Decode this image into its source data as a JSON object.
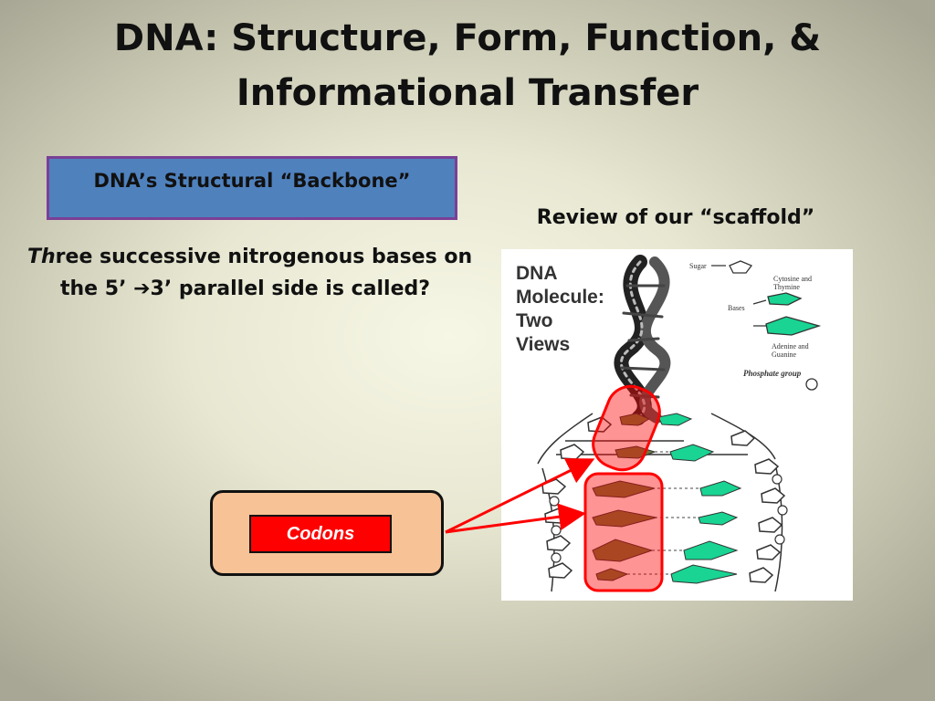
{
  "slide": {
    "title": "DNA: Structure, Form, Function, & Informational Transfer",
    "section_label": "DNA’s Structural “Backbone”",
    "figure_caption": "Review of our “scaffold”",
    "question": {
      "prefix": "Th",
      "text": "ree successive nitrogenous bases on the 5’ ",
      "arrow": "➔",
      "suffix": "3’ parallel side is called?"
    },
    "answer": "Codons"
  },
  "figure": {
    "title": "DNA\nMolecule:\nTwo\nViews",
    "legend": {
      "sugar": "Sugar",
      "cytosine_thymine": "Cytosine and Thymine",
      "bases": "Bases",
      "adenine_guanine": "Adenine and Guanine",
      "phosphate_group": "Phosphate group"
    }
  },
  "colors": {
    "accent_blue": "#4f81bd",
    "border_purple": "#7a3f96",
    "answer_panel": "#f7c296",
    "answer_tag": "#ff0000",
    "highlight": "#ff0000",
    "base_green": "#19d493",
    "base_olive": "#6d7a3c"
  }
}
